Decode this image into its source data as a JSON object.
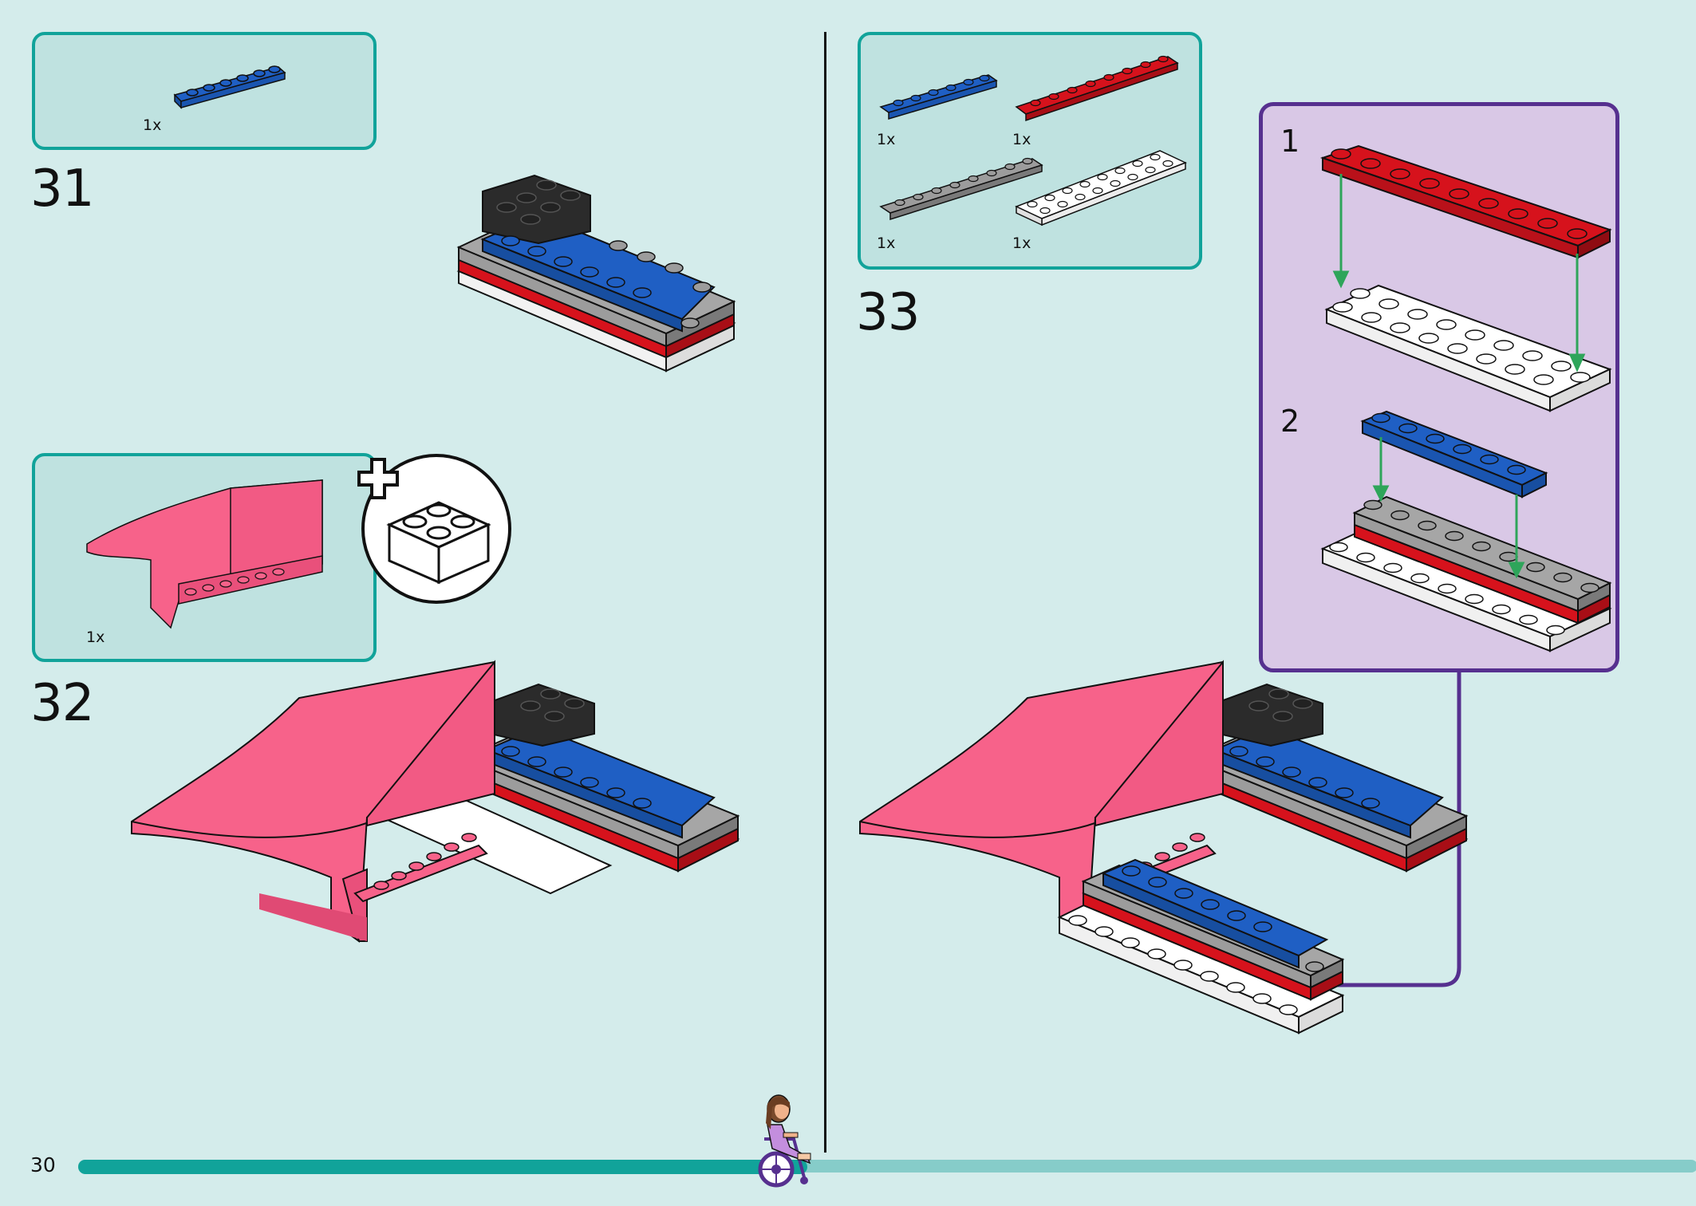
{
  "page": {
    "number": "30"
  },
  "steps": [
    {
      "number": "31",
      "parts": [
        {
          "qty": "1x",
          "color": "#1f5fc4",
          "part": "plate-1x6-blue"
        }
      ]
    },
    {
      "number": "32",
      "parts": [
        {
          "qty": "1x",
          "color": "#f7628a",
          "part": "ramp-pink"
        }
      ],
      "callout": "plus-brick-icon"
    },
    {
      "number": "33",
      "parts": [
        {
          "qty": "1x",
          "color": "#1f5fc4",
          "part": "plate-1x6-blue"
        },
        {
          "qty": "1x",
          "color": "#d6121c",
          "part": "plate-1x8-red"
        },
        {
          "qty": "1x",
          "color": "#9c9c9c",
          "part": "plate-1x8-gray"
        },
        {
          "qty": "1x",
          "color": "#ffffff",
          "part": "plate-2x8-white"
        }
      ],
      "substeps": [
        {
          "number": "1"
        },
        {
          "number": "2"
        }
      ]
    }
  ],
  "colors": {
    "background": "#d4eceb",
    "parts_box": "#bfe2e0",
    "parts_border": "#11a39a",
    "subassembly": "#d9c8e6",
    "subassembly_border": "#56308f",
    "progress_done": "#11a39a",
    "progress_todo": "#86ccc9",
    "arrow_green": "#2ea55a"
  },
  "progress": {
    "fraction": 0.45
  }
}
